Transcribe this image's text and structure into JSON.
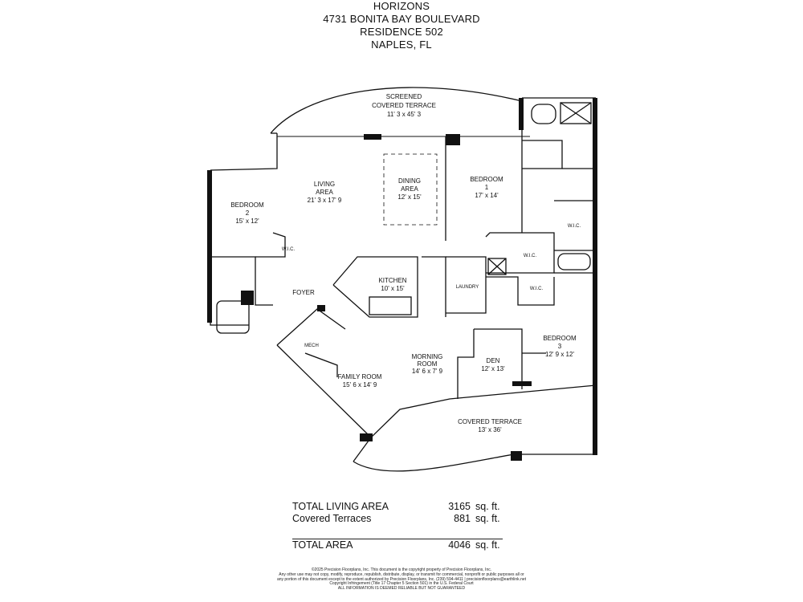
{
  "header": {
    "line1": "HORIZONS",
    "line2": "4731 BONITA  BAY BOULEVARD",
    "line3": "RESIDENCE 502",
    "line4": "NAPLES, FL"
  },
  "rooms": {
    "screened_terrace": {
      "name1": "SCREENED",
      "name2": "COVERED TERRACE",
      "dims": "11' 3 x 45' 3"
    },
    "living": {
      "name1": "LIVING",
      "name2": "AREA",
      "dims": "21' 3 x 17' 9"
    },
    "dining": {
      "name1": "DINING",
      "name2": "AREA",
      "dims": "12' x 15'"
    },
    "bedroom1": {
      "name1": "BEDROOM",
      "name2": "1",
      "dims": "17' x 14'"
    },
    "bedroom2": {
      "name1": "BEDROOM",
      "name2": "2",
      "dims": "15' x 12'"
    },
    "bedroom3": {
      "name1": "BEDROOM",
      "name2": "3",
      "dims": "12' 9 x 12'"
    },
    "kitchen": {
      "name": "KITCHEN",
      "dims": "10' x 15'"
    },
    "foyer": {
      "name": "FOYER"
    },
    "laundry": {
      "name": "LAUNDRY"
    },
    "mech": {
      "name": "MECH"
    },
    "family": {
      "name": "FAMILY ROOM",
      "dims": "15' 6 x 14' 9"
    },
    "morning": {
      "name1": "MORNING",
      "name2": "ROOM",
      "dims": "14' 6 x 7' 9"
    },
    "den": {
      "name": "DEN",
      "dims": "12' x 13'"
    },
    "covered_terrace": {
      "name": "COVERED TERRACE",
      "dims": "13' x 36'"
    },
    "wic": "W.I.C."
  },
  "totals": {
    "living_label": "TOTAL LIVING AREA",
    "living_value": "3165",
    "terrace_label": "Covered Terraces",
    "terrace_value": "881",
    "total_label": "TOTAL AREA",
    "total_value": "4046",
    "unit": "sq. ft."
  },
  "copyright": {
    "line1": "©2025 Precision Floorplans, Inc.  This document is the copyright property of Precision Floorplans, Inc.",
    "line2": "Any other use may not copy, modify, reproduce, republish, distribute, display, or transmit for commercial, nonprofit or public purposes all or",
    "line3": "any portion of this document except to the extent authorized by Precision Floorplans, Inc. (239) 594-4411 | precisionfloorplans@earthlink.net",
    "line4": "Copyright Infringement (Title 17 Chapter 5 Section 501) in the U.S. Federal Court",
    "line5": "ALL INFORMATION IS DEEMED RELIABLE BUT NOT GUARANTEED"
  }
}
